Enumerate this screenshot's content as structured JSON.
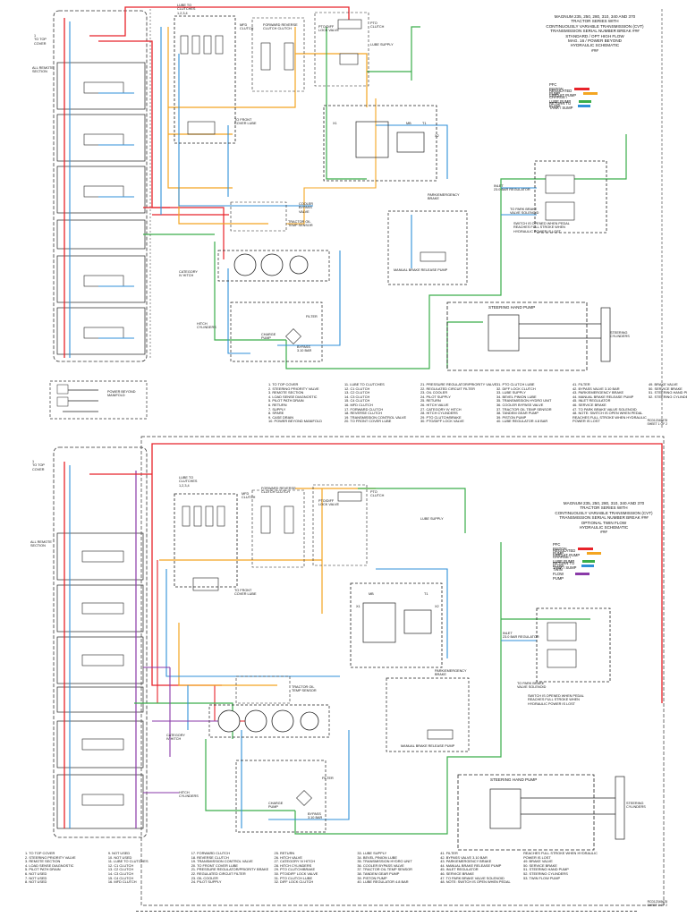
{
  "sheet1": {
    "title": "MAGNUM 235, 250, 280, 310, 340 AND 370\nTRACTOR SERIES WITH\nCONTINUOUSLY VARIABLE TRANSMISSION (CVT)\nTRANSMISSION SERIAL NUMBER BREAK ###\nSTANDARD / OPT HIGH FLOW\nMAG. 16 / POWER BEYOND\nHYDRAULIC SCHEMATIC\n###",
    "legend": [
      {
        "label": "PFC PISTON PUMP",
        "color": "#e8232a"
      },
      {
        "label": "REGULATED CIRCUIT PUMP",
        "color": "#f4a521"
      },
      {
        "label": "CHARGE / LUBE PUMP FLOW",
        "color": "#3aae4a"
      },
      {
        "label": "RETURN TO TANK / SUMP",
        "color": "#2f8fd8"
      }
    ],
    "parts": [
      "1. TO TOP COVER",
      "2. STEERING PRIORITY VALVE",
      "3. REMOTE SECTION",
      "4. LOAD SENSE DIAGNOSTIC",
      "5. PILOT PATH DRAIN",
      "6. RETURN",
      "7. SUPPLY",
      "8. SPARE",
      "9. CASE DRAIN",
      "10. POWER BEYOND MANIFOLD",
      "11. LUBE TO CLUTCHES",
      "12. C1 CLUTCH",
      "13. C2 CLUTCH",
      "14. C3 CLUTCH",
      "15. C4 CLUTCH",
      "16. MFD CLUTCH",
      "17. FORWARD CLUTCH",
      "18. REVERSE CLUTCH",
      "19. TRANSMISSION CONTROL VALVE",
      "20. TO FRONT COVER LUBE",
      "21. PRESSURE REGULATOR/PRIORITY VALVE",
      "22. REGULATED CIRCUIT FILTER",
      "23. OIL COOLER",
      "24. PILOT SUPPLY",
      "25. RETURN",
      "26. HITCH VALVE",
      "27. CATEGORY IV HITCH",
      "28. HITCH CYLINDERS",
      "29. PTO CLUTCH/BRAKE",
      "30. PTO/DIFF LOCK VALVE",
      "31. PTO CLUTCH LUBE",
      "32. DIFF LOCK CLUTCH",
      "33. LUBE SUPPLY",
      "34. BEVEL PINION LUBE",
      "35. TRANSMISSION HYDRO UNIT",
      "36. COOLER BYPASS VALVE",
      "37. TRACTOR OIL TEMP SENSOR",
      "38. TANDEM GEAR PUMP",
      "39. PISTON PUMP",
      "40. LUBE REGULATOR 4.8 BAR",
      "41. FILTER",
      "42. BYPASS VALVE 3.10 BAR",
      "43. PARK/EMERGENCY BRAKE",
      "44. MANUAL BRAKE RELEASE PUMP",
      "45. INLET REGULATOR",
      "46. SERVICE BRAKE",
      "47. TO PARK BRAKE VALVE SOLENOID",
      "48. NOTE: SWITCH IS OPEN WHEN PEDAL",
      "REACHES FULL STROKE WHEN HYDRAULIC",
      "POWER IS LOST",
      "49. BRAKE VALVE",
      "50. SERVICE BRAKE",
      "51. STEERING HAND PUMP",
      "52. STEERING CYLINDERS"
    ],
    "labels": {
      "to_top_cover": "1\nTO TOP\nCOVER",
      "lube_to_clutches": "LUBE TO\nCLUTCHES\n1,2,3,4",
      "mfd_clutch": "MFD\nCLUTCH",
      "fwd_rev": "FORWARD REVERSE\nCLUTCH CLUTCH",
      "pto_diff": "PTO/DIFF\nLOCK VALVE",
      "pto_clutch": "PTO\nCLUTCH",
      "lube_supply": "LUBE SUPPLY",
      "front_cover_lube": "TO FRONT\nCOVER LUBE",
      "tractor_temp": "TRACTOR OIL\nTEMP SENSOR",
      "cooler": "COOLER\nBYPASS\nVALVE",
      "category_hitch": "CATEGORY\nIV HITCH",
      "hitch_cyl": "HITCH\nCYLINDERS",
      "filter": "FILTER",
      "bypass": "BYPASS\n3.10 BAR",
      "charge": "CHARGE\nPUMP",
      "park_brake": "PARK/EMERGENCY\nBRAKE",
      "manual_release": "MANUAL BRAKE RELEASE PUMP",
      "inlet": "INLET\n23.0 BAR REGULATOR",
      "park_valve": "TO PARK BRAKE\nVALVE SOLENOID",
      "switch_note": "SWITCH IS OPENED WHEN PEDAL\nREACHES FULL STROKE WHEN\nHYDRAULIC POWER IS LOST",
      "steering_hand_pump": "STEERING HAND PUMP",
      "steering_cyl": "STEERING\nCYLINDERS",
      "power_beyond": "POWER BEYOND\nMANIFOLD",
      "remote_section": "ALL REMOTE\nSECTION",
      "mb": "MB",
      "t1": "T1",
      "x1": "X1",
      "x2": "X2"
    },
    "page_number": "RCD12345678\nSHEET 1 OF 2"
  },
  "sheet2": {
    "title": "MAGNUM 235, 250, 280, 310, 340 AND 370\nTRACTOR SERIES WITH\nCONTINUOUSLY VARIABLE TRANSMISSION (CVT)\nTRANSMISSION SERIAL NUMBER BREAK ###\nOPTIONAL TWIN FLOW\nHYDRAULIC SCHEMATIC\n###",
    "legend": [
      {
        "label": "PFC PISTON PUMP",
        "color": "#e8232a"
      },
      {
        "label": "REGULATED CIRCUIT PUMP",
        "color": "#f4a521"
      },
      {
        "label": "CHARGE / LUBE PUMP FLOW",
        "color": "#3aae4a"
      },
      {
        "label": "RETURN TO TANK / SUMP",
        "color": "#2f8fd8"
      },
      {
        "label": "TWIN FLOW PUMP",
        "color": "#8a3aa8"
      }
    ],
    "parts": [
      "1. TO TOP COVER",
      "2. STEERING PRIORITY VALVE",
      "3. REMOTE SECTION",
      "4. LOAD SENSE DIAGNOSTIC",
      "5. PILOT PATH DRAIN",
      "6. NOT USED",
      "7. NOT USED",
      "8. NOT USED",
      "9. NOT USED",
      "10. NOT USED",
      "11. LUBE TO CLUTCHES",
      "12. C1 CLUTCH",
      "13. C2 CLUTCH",
      "14. C3 CLUTCH",
      "15. C4 CLUTCH",
      "16. MFD CLUTCH",
      "17. FORWARD CLUTCH",
      "18. REVERSE CLUTCH",
      "19. TRANSMISSION CONTROL VALVE",
      "20. TO FRONT COVER LUBE",
      "21. PRESSURE REGULATOR/PRIORITY BRAKE",
      "22. REGULATED CIRCUIT FILTER",
      "23. OIL COOLER",
      "24. PILOT SUPPLY",
      "25. RETURN",
      "26. HITCH VALVE",
      "27. CATEGORY IV HITCH",
      "28. HITCH CYLINDERS",
      "29. PTO CLUTCH/BRAKE",
      "30. PTO/DIFF LOCK VALVE",
      "31. PTO CLUTCH LUBE",
      "32. DIFF LOCK CLUTCH",
      "33. LUBE SUPPLY",
      "34. BEVEL PINION LUBE",
      "35. TRANSMISSION HYDRO UNIT",
      "36. COOLER BYPASS VALVE",
      "37. TRACTOR OIL TEMP SENSOR",
      "38. TANDEM GEAR PUMP",
      "39. PISTON PUMP",
      "40. LUBE REGULATOR 4.8 BAR",
      "41. FILTER",
      "42. BYPASS VALVE 3.10 BAR",
      "43. PARK/EMERGENCY BRAKE",
      "44. MANUAL BRAKE RELEASE PUMP",
      "45. INLET REGULATOR",
      "46. SERVICE BRAKE",
      "47. TO PARK BRAKE VALVE SOLENOID",
      "48. NOTE: SWITCH IS OPEN WHEN PEDAL",
      "REACHES FULL STROKE WHEN HYDRAULIC",
      "POWER IS LOST",
      "49. BRAKE VALVE",
      "50. SERVICE BRAKE",
      "51. STEERING HAND PUMP",
      "52. STEERING CYLINDERS",
      "53. TWIN FLOW PUMP"
    ],
    "labels": {
      "to_top_cover": "1\nTO TOP\nCOVER",
      "lube_to_clutches": "LUBE TO\nCLUTCHES\n1,2,3,4",
      "mfd_clutch": "MFD\nCLUTCH",
      "fwd_rev": "FORWARD REVERSE\nCLUTCH CLUTCH",
      "pto_diff": "PTO/DIFF\nLOCK VALVE",
      "pto_clutch": "PTO\nCLUTCH",
      "lube_supply": "LUBE SUPPLY",
      "front_cover_lube": "TO FRONT\nCOVER LUBE",
      "tractor_temp": "TRACTOR OIL\nTEMP SENSOR",
      "category_hitch": "CATEGORY\nIV HITCH",
      "hitch_cyl": "HITCH\nCYLINDERS",
      "filter": "FILTER",
      "bypass": "BYPASS\n3.10 BAR",
      "charge": "CHARGE\nPUMP",
      "park_brake": "PARK/EMERGENCY\nBRAKE",
      "manual_release": "MANUAL BRAKE RELEASE PUMP",
      "inlet": "INLET\n23.0 BAR REGULATOR",
      "park_valve": "TO PARK BRAKE\nVALVE SOLENOID",
      "switch_note": "SWITCH IS OPENED WHEN PEDAL\nREACHES FULL STROKE WHEN\nHYDRAULIC POWER IS LOST",
      "steering_hand_pump": "STEERING HAND PUMP",
      "steering_cyl": "STEERING\nCYLINDERS",
      "remote_section": "ALL REMOTE\nSECTION",
      "mb": "MB",
      "t1": "T1",
      "x1": "X1",
      "x2": "X2"
    },
    "page_number": "RCD12345678\nSHEET 2 OF 2"
  },
  "colors": {
    "pressure": "#e8232a",
    "regulated": "#f4a521",
    "charge": "#3aae4a",
    "return": "#2f8fd8",
    "twin": "#8a3aa8",
    "line": "#222222"
  }
}
